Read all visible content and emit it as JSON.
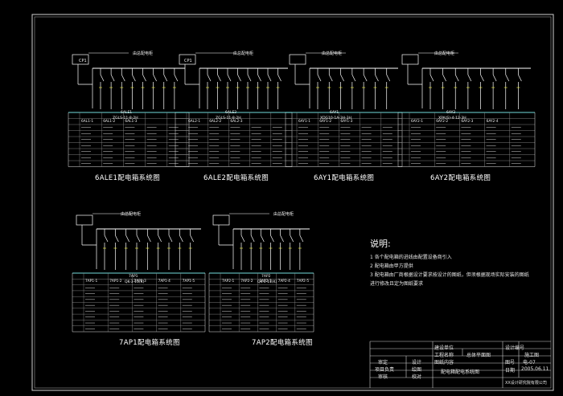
{
  "panels": [
    {
      "id": "p1",
      "title": "6ALE1配电箱系统图",
      "header_code": "6ALE1",
      "model": "ZGLS-11-8-2H",
      "breakers": [
        "6AL1-1",
        "6AL1-2",
        "6AL1-3"
      ],
      "incoming_label": "CP1",
      "supply_note": "由总配电柜"
    },
    {
      "id": "p2",
      "title": "6ALE2配电箱系统图",
      "header_code": "6ALE2",
      "model": "ZGLS-11-8-2H",
      "breakers": [
        "6AL2-1",
        "6AL2-2",
        "6AL2-3"
      ],
      "incoming_label": "CP1",
      "supply_note": "由总配电柜"
    },
    {
      "id": "p3",
      "title": "6AY1配电箱系统图",
      "header_code": "6AY1",
      "model": "XDG10-1A-3H-3H",
      "breakers": [
        "6AY1-1",
        "6AY1-2",
        "6AY1-3"
      ],
      "incoming_label": "",
      "supply_note": "由总配电柜"
    },
    {
      "id": "p4",
      "title": "6AY2配电箱系统图",
      "header_code": "6AY2",
      "model": "XPA(S)-4-12-3H",
      "breakers": [
        "6AY2-1",
        "6AY2-2",
        "6AY2-3",
        "6AY2-4"
      ],
      "incoming_label": "",
      "supply_note": "由总配电柜"
    },
    {
      "id": "p5",
      "title": "7AP1配电箱系统图",
      "header_code": "7AP1",
      "model": "QK-3-11(K)",
      "breakers": [
        "7AP1-1",
        "7AP1-2",
        "7AP1-3",
        "7AP1-4",
        "7AP1-5"
      ],
      "incoming_label": "",
      "supply_note": "由总配电柜"
    },
    {
      "id": "p6",
      "title": "7AP2配电箱系统图",
      "header_code": "7AP2",
      "model": "QK-3-11(K)",
      "breakers": [
        "7AP2-1",
        "7AP2-2",
        "7AP2-3",
        "7AP2-4",
        "7AP2-5"
      ],
      "incoming_label": "",
      "supply_note": "由总配电柜"
    }
  ],
  "notes": {
    "heading": "说明:",
    "lines": [
      "1  各个配电箱的进线由配置设备商引入",
      "2  配电箱由甲方提供",
      "3  配电箱由厂商根据设计要求按设计的图纸，但须根据现场实际安装的图纸",
      "    进行修改且定为图纸要求"
    ]
  },
  "title_block": {
    "company": "建设单位",
    "project_label": "工程名称",
    "project_value": "总体平面图",
    "drawing_label": "图纸内容",
    "drawing_value": "配电箱配电系统图",
    "stage_label": "设计编号",
    "stage_value": "施工图",
    "number_label": "图号",
    "number_value": "电-07",
    "date_label": "日期",
    "date_value": "2005.06.11",
    "roles": [
      [
        "审定",
        "设计"
      ],
      [
        "项目负责",
        "绘图"
      ],
      [
        "审核",
        "校对"
      ]
    ],
    "footer": "XX设计研究院有限公司"
  }
}
